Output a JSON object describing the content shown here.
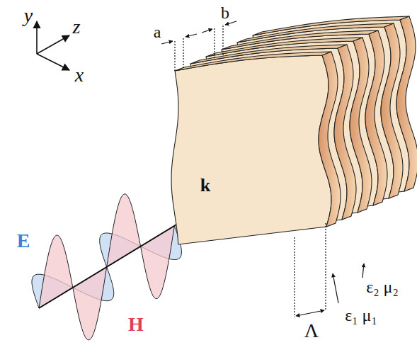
{
  "diagram": {
    "labels": [
      "y",
      "z",
      "x",
      "a",
      "b",
      "k",
      "E",
      "H",
      "ε₂ μ₂",
      "ε₁ μ₁",
      "Λ"
    ]
  }
}
